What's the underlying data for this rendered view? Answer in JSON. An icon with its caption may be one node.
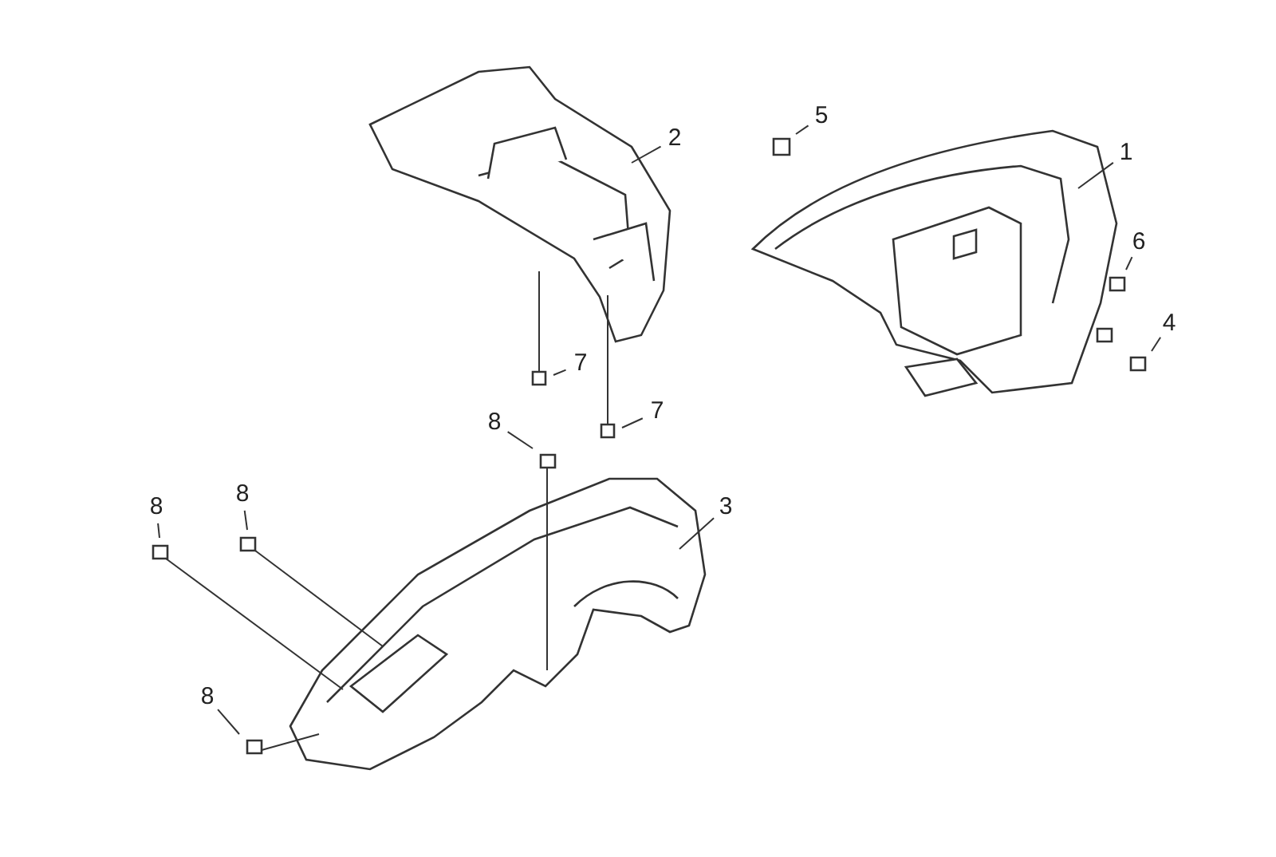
{
  "diagram": {
    "nodes": [
      {
        "text": [
          "5"
        ]
      },
      {
        "text": [
          "2"
        ]
      },
      {
        "text": [
          "1"
        ]
      },
      {
        "text": [
          "6"
        ]
      },
      {
        "text": [
          "4"
        ]
      },
      {
        "text": [
          "7"
        ]
      },
      {
        "text": [
          "7"
        ]
      },
      {
        "text": [
          "8"
        ]
      },
      {
        "text": [
          "8"
        ]
      },
      {
        "text": [
          "3"
        ]
      },
      {
        "text": [
          "8"
        ]
      },
      {
        "text": [
          "8"
        ]
      }
    ],
    "edges": [
      {
        "from": 0,
        "to": null,
        "arrow": "none"
      },
      {
        "from": 1,
        "to": null,
        "arrow": "none"
      },
      {
        "from": 2,
        "to": null,
        "arrow": "none"
      },
      {
        "from": 3,
        "to": null,
        "arrow": "none"
      },
      {
        "from": 4,
        "to": null,
        "arrow": "none"
      },
      {
        "from": 5,
        "to": null,
        "arrow": "none"
      },
      {
        "from": 6,
        "to": null,
        "arrow": "none"
      },
      {
        "from": 7,
        "to": null,
        "arrow": "none"
      },
      {
        "from": 8,
        "to": null,
        "arrow": "none"
      },
      {
        "from": 9,
        "to": null,
        "arrow": "none"
      },
      {
        "from": 10,
        "to": null,
        "arrow": "none"
      },
      {
        "from": 11,
        "to": null,
        "arrow": "none"
      }
    ]
  }
}
